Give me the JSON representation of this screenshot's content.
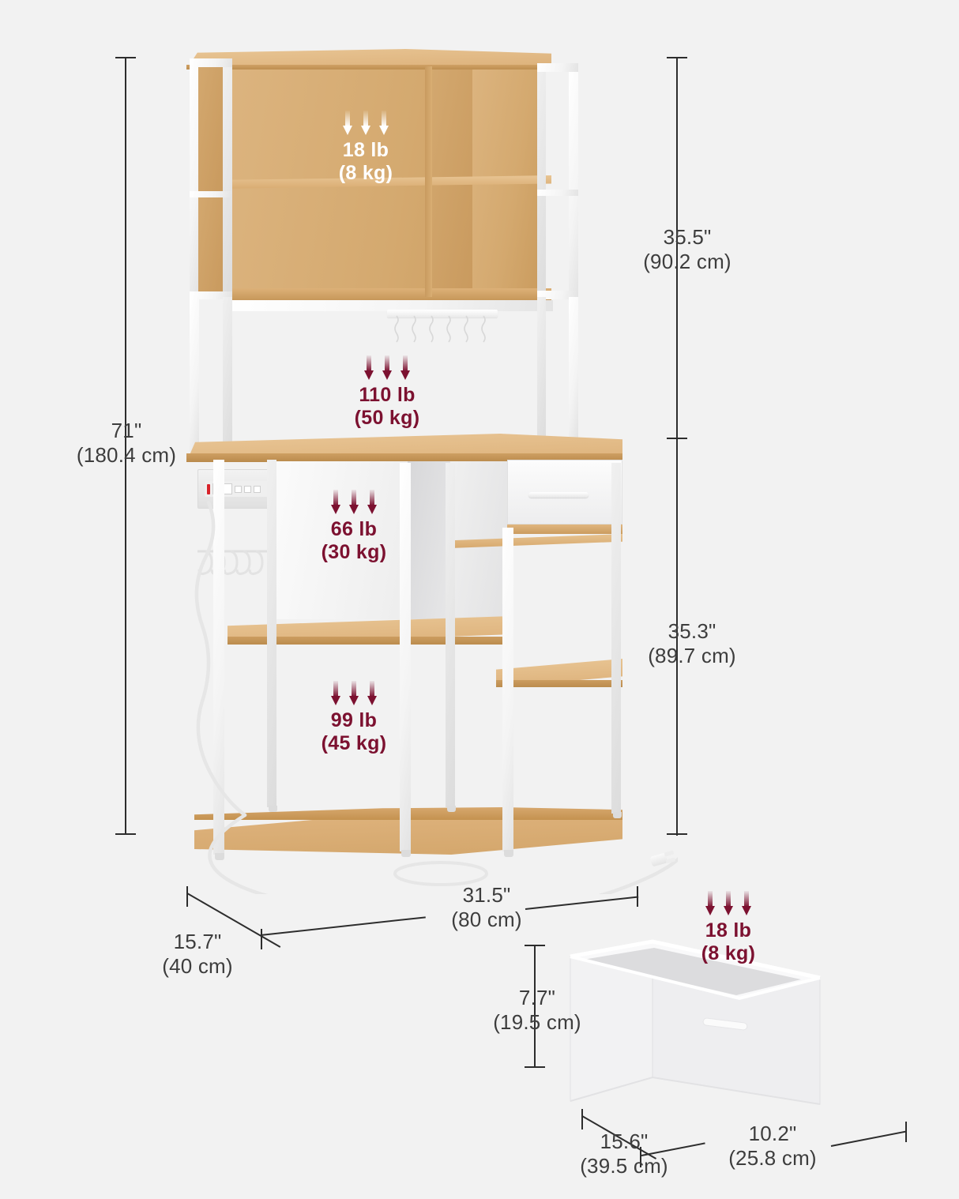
{
  "diagram": {
    "type": "product-dimension-diagram",
    "background_color": "#f2f2f2",
    "line_color": "#2d2d2d",
    "accent_red": "#7c1130",
    "accent_white": "#ffffff"
  },
  "product": {
    "name": "kitchen-baker-rack",
    "overall_height": {
      "imperial": "71\"",
      "metric": "(180.4 cm)"
    },
    "hutch_height": {
      "imperial": "35.5\"",
      "metric": "(90.2 cm)"
    },
    "base_height": {
      "imperial": "35.3\"",
      "metric": "(89.7 cm)"
    },
    "width": {
      "imperial": "31.5\"",
      "metric": "(80 cm)"
    },
    "depth": {
      "imperial": "15.7\"",
      "metric": "(40 cm)"
    }
  },
  "storage_box": {
    "name": "fabric-storage-drawer",
    "height": {
      "imperial": "7.7\"",
      "metric": "(19.5 cm)"
    },
    "depth": {
      "imperial": "15.6\"",
      "metric": "(39.5 cm)"
    },
    "width": {
      "imperial": "10.2\"",
      "metric": "(25.8 cm)"
    },
    "capacity": {
      "imperial": "18 lb",
      "metric": "(8 kg)",
      "color": "#7c1130"
    }
  },
  "load_capacities": [
    {
      "id": "hutch-shelf",
      "imperial": "18 lb",
      "metric": "(8 kg)",
      "color": "#ffffff"
    },
    {
      "id": "countertop",
      "imperial": "110 lb",
      "metric": "(50 kg)",
      "color": "#7c1130"
    },
    {
      "id": "middle-shelf",
      "imperial": "66 lb",
      "metric": "(30 kg)",
      "color": "#7c1130"
    },
    {
      "id": "bottom-shelf",
      "imperial": "99 lb",
      "metric": "(45 kg)",
      "color": "#7c1130"
    }
  ]
}
